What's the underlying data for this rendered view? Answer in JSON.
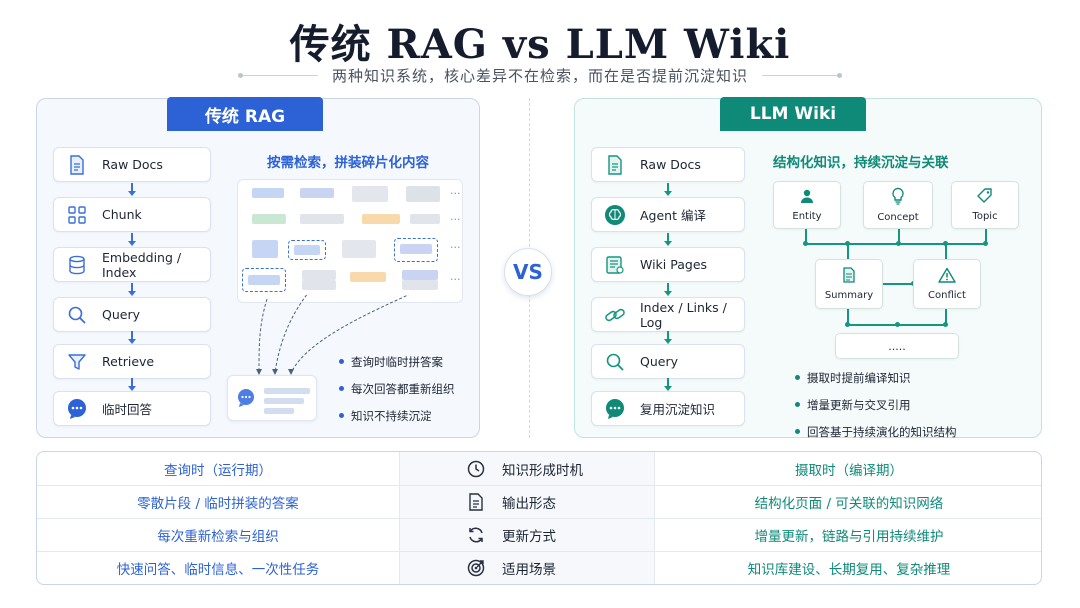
{
  "title": "传统 RAG vs LLM Wiki",
  "subtitle": "两种知识系统，核心差异不在检索，而在是否提前沉淀知识",
  "vs_label": "VS",
  "left": {
    "tab": "传统 RAG",
    "steps": [
      {
        "label": "Raw Docs",
        "icon": "document-icon"
      },
      {
        "label": "Chunk",
        "icon": "grid-icon"
      },
      {
        "label": "Embedding / Index",
        "icon": "database-icon"
      },
      {
        "label": "Query",
        "icon": "search-icon"
      },
      {
        "label": "Retrieve",
        "icon": "filter-icon"
      },
      {
        "label": "临时回答",
        "icon": "chat-icon"
      }
    ],
    "section_title": "按需检索，拼装碎片化内容",
    "fragment_ellipsis": "...",
    "bullets": [
      "查询时临时拼答案",
      "每次回答都重新组织",
      "知识不持续沉淀"
    ],
    "accent_color": "#2d62d6"
  },
  "right": {
    "tab": "LLM Wiki",
    "steps": [
      {
        "label": "Raw Docs",
        "icon": "document-icon"
      },
      {
        "label": "Agent 编译",
        "icon": "brain-icon"
      },
      {
        "label": "Wiki Pages",
        "icon": "pages-icon"
      },
      {
        "label": "Index / Links / Log",
        "icon": "link-icon"
      },
      {
        "label": "Query",
        "icon": "search-icon"
      },
      {
        "label": "复用沉淀知识",
        "icon": "chat-icon"
      }
    ],
    "section_title": "结构化知识，持续沉淀与关联",
    "graph": {
      "entity": "Entity",
      "concept": "Concept",
      "topic": "Topic",
      "summary": "Summary",
      "conflict": "Conflict",
      "more": "....."
    },
    "bullets": [
      "摄取时提前编译知识",
      "增量更新与交叉引用",
      "回答基于持续演化的知识结构"
    ],
    "accent_color": "#0f8a78"
  },
  "comparison": [
    {
      "left": "查询时（运行期）",
      "dimension": "知识形成时机",
      "right": "摄取时（编译期）",
      "icon": "clock-icon"
    },
    {
      "left": "零散片段 / 临时拼装的答案",
      "dimension": "输出形态",
      "right": "结构化页面 / 可关联的知识网络",
      "icon": "document-icon"
    },
    {
      "left": "每次重新检索与组织",
      "dimension": "更新方式",
      "right": "增量更新，链路与引用持续维护",
      "icon": "refresh-icon"
    },
    {
      "left": "快速问答、临时信息、一次性任务",
      "dimension": "适用场景",
      "right": "知识库建设、长期复用、复杂推理",
      "icon": "target-icon"
    }
  ]
}
